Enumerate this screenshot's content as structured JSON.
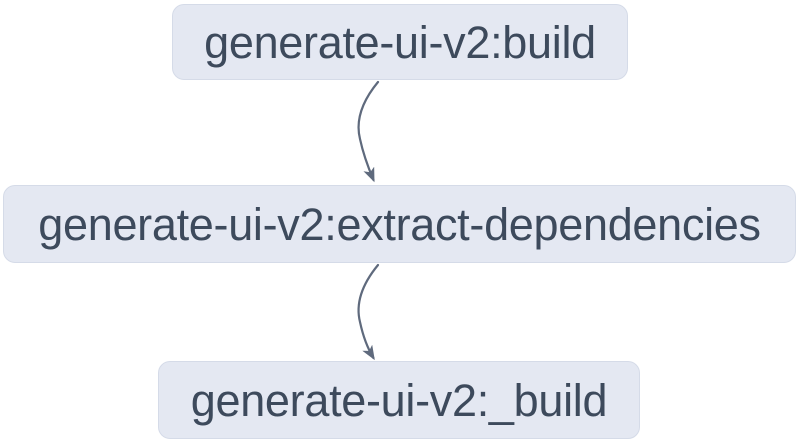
{
  "diagram": {
    "type": "task-dependency-graph",
    "colors": {
      "node-fill": "#e4e8f2",
      "node-border": "#d5dbe8",
      "node-text": "#3d4a5c",
      "edge-color": "#5f6a7d",
      "canvas-bg": "#ffffff"
    },
    "nodes": [
      {
        "id": "build",
        "label": "generate-ui-v2:build"
      },
      {
        "id": "extract-dependencies",
        "label": "generate-ui-v2:extract-dependencies"
      },
      {
        "id": "_build",
        "label": "generate-ui-v2:_build"
      }
    ],
    "edges": [
      {
        "from": "generate-ui-v2:build",
        "to": "generate-ui-v2:extract-dependencies",
        "style": "curved-arrow"
      },
      {
        "from": "generate-ui-v2:extract-dependencies",
        "to": "generate-ui-v2:_build",
        "style": "curved-arrow"
      }
    ]
  }
}
